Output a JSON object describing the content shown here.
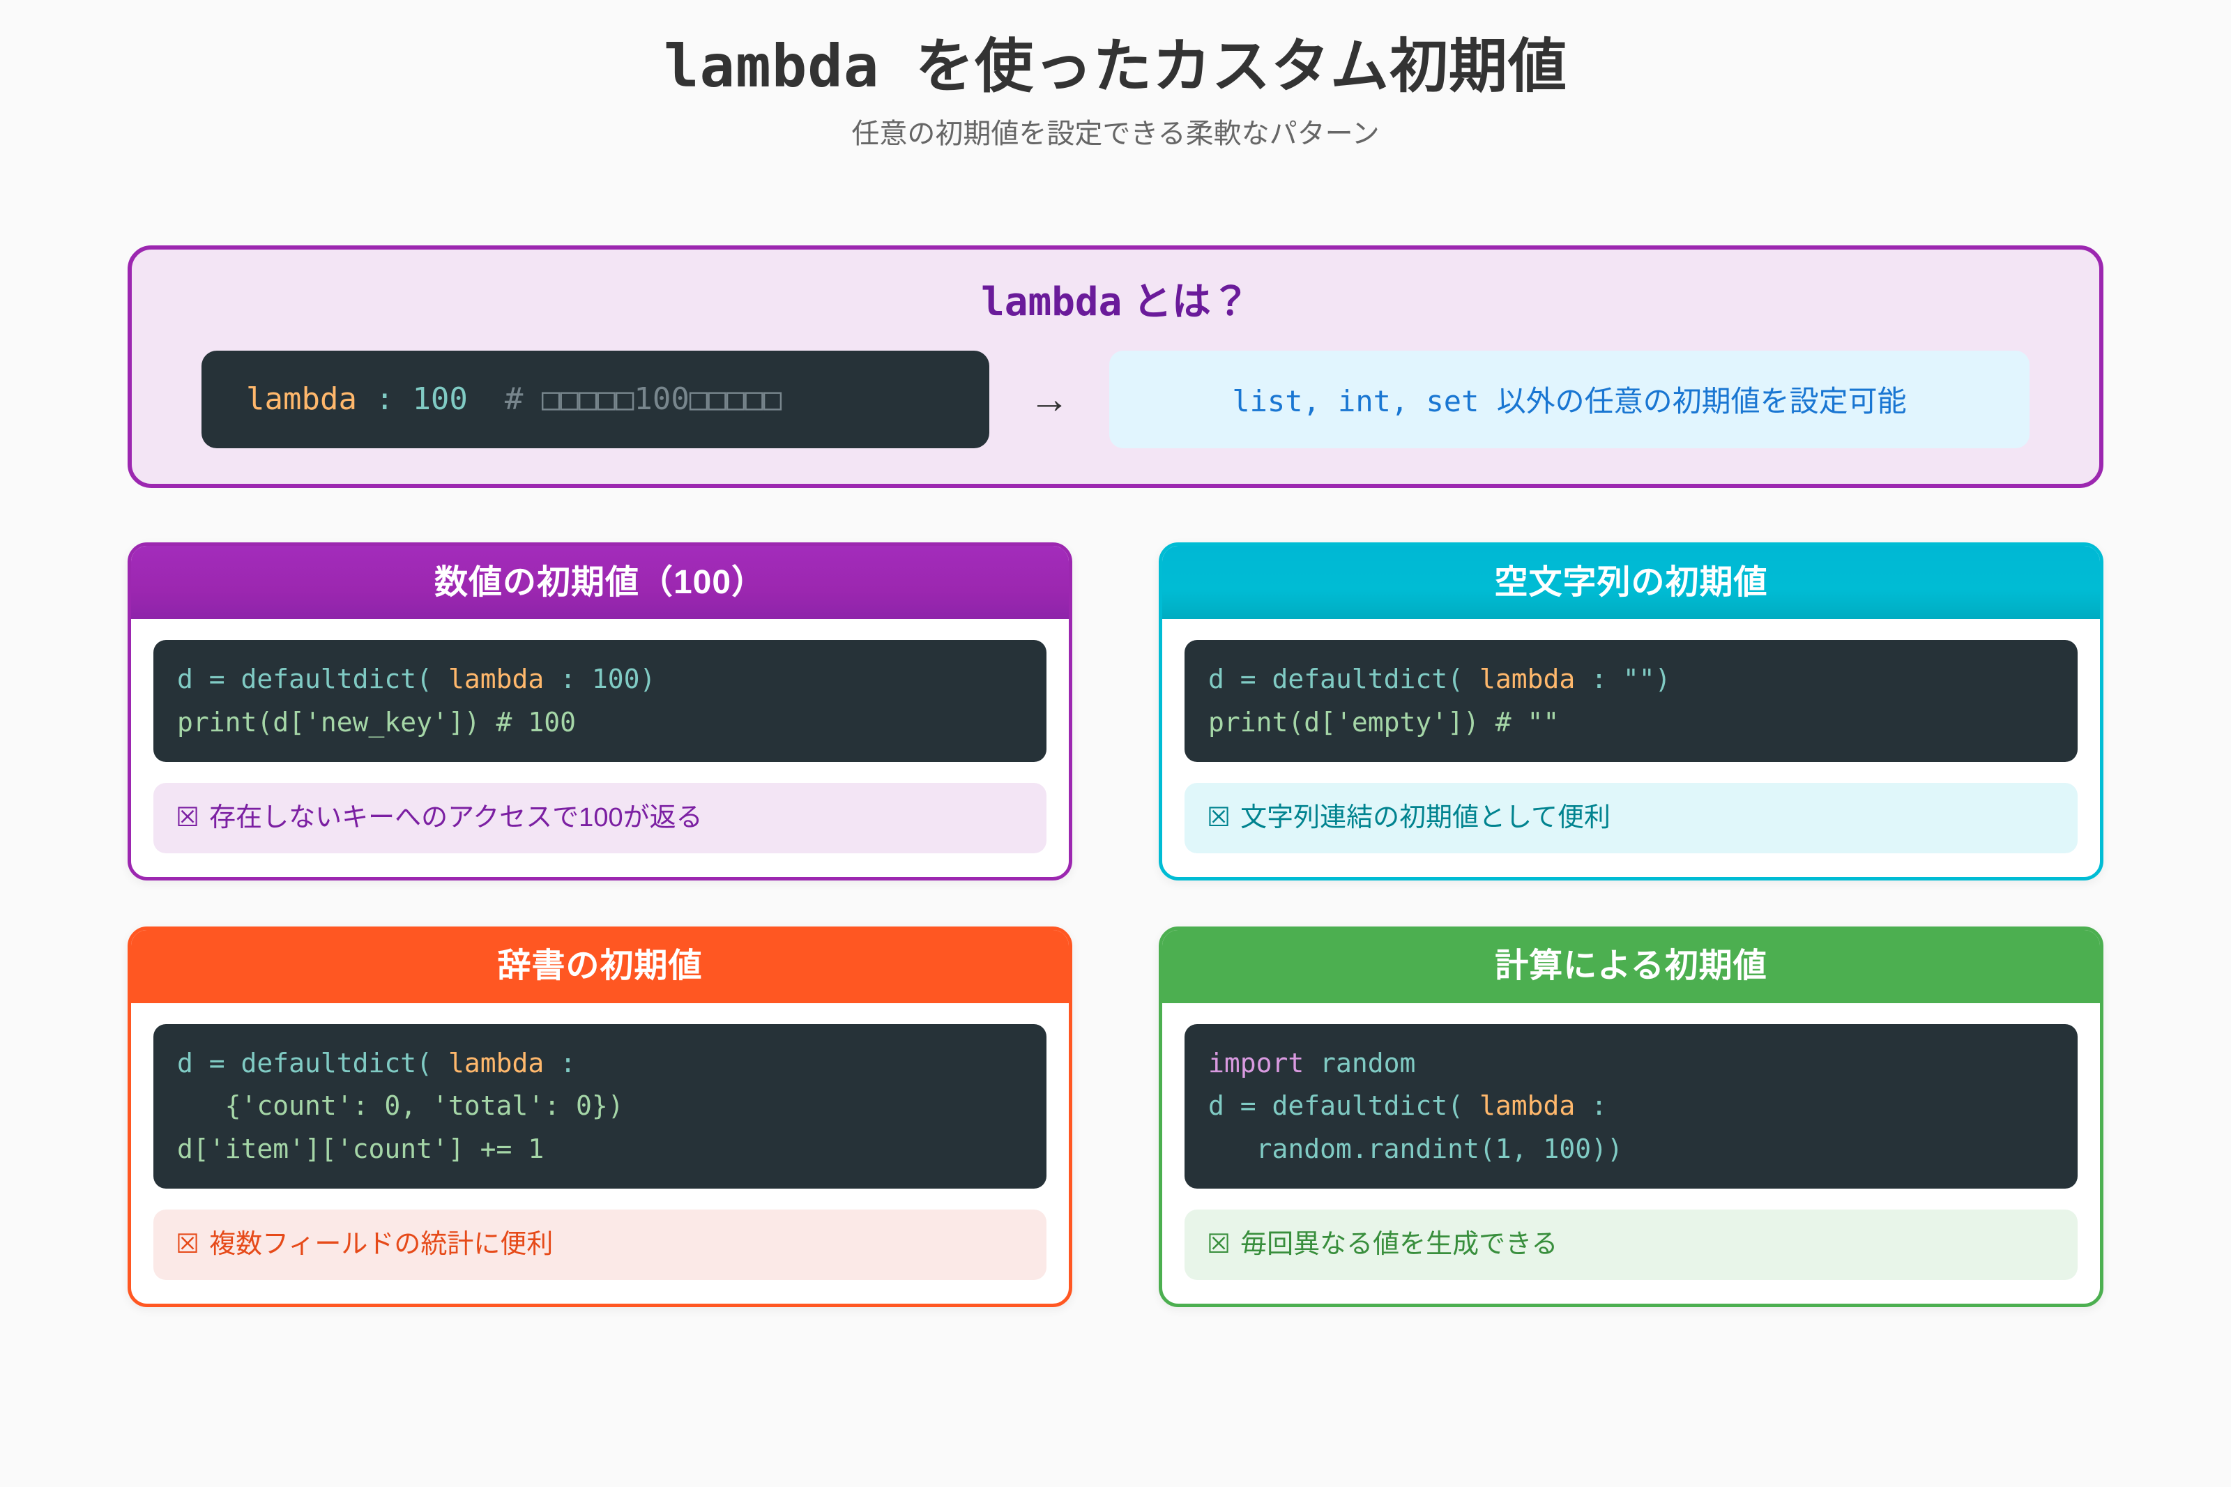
{
  "page": {
    "title": "lambda を使ったカスタム初期値",
    "title_mono_part": "lambda",
    "title_rest": " を使ったカスタム初期値",
    "subtitle": "任意の初期値を設定できる柔軟なパターン",
    "background_color": "#fafafa"
  },
  "intro": {
    "heading_mono": "lambda",
    "heading_rest": " とは？",
    "heading_color": "#6a1b9a",
    "border_color": "#9c27b0",
    "background_color": "#f3e5f5",
    "code": {
      "keyword": "lambda",
      "colon": " : ",
      "value": "100",
      "comment": "  # □□□□□100□□□□□"
    },
    "arrow": "→",
    "arrow_icon": "arrow-right-icon",
    "result_text": "list, int, set 以外の任意の初期値を設定可能",
    "result_color": "#1976d2",
    "result_background": "#e1f5fe"
  },
  "cards": [
    {
      "id": "numeric-default",
      "title": "数値の初期値（100）",
      "accent": "#9c27b0",
      "code_lines": [
        [
          {
            "t": "d = defaultdict( ",
            "c": "code"
          },
          {
            "t": "lambda",
            "c": "kw"
          },
          {
            "t": " : 100)",
            "c": "code"
          }
        ],
        [
          {
            "t": "print(d['new_key']) # 100",
            "c": "out"
          }
        ]
      ],
      "note_icon": "☒",
      "note_text": "存在しないキーへのアクセスで100が返る",
      "note_background": "#f3e5f5",
      "note_color": "#7b1fa2"
    },
    {
      "id": "empty-string-default",
      "title": "空文字列の初期値",
      "accent": "#00bcd4",
      "code_lines": [
        [
          {
            "t": "d = defaultdict( ",
            "c": "code"
          },
          {
            "t": "lambda",
            "c": "kw"
          },
          {
            "t": " : \"\")",
            "c": "code"
          }
        ],
        [
          {
            "t": "print(d['empty']) # \"\"",
            "c": "out"
          }
        ]
      ],
      "note_icon": "☒",
      "note_text": "文字列連結の初期値として便利",
      "note_background": "#e0f7fa",
      "note_color": "#00838f"
    },
    {
      "id": "dict-default",
      "title": "辞書の初期値",
      "accent": "#ff5722",
      "code_lines": [
        [
          {
            "t": "d = defaultdict( ",
            "c": "code"
          },
          {
            "t": "lambda",
            "c": "kw"
          },
          {
            "t": " :",
            "c": "code"
          }
        ],
        [
          {
            "t": "   {'count': 0, 'total': 0})",
            "c": "out"
          }
        ],
        [
          {
            "t": "d['item']['count'] += 1",
            "c": "out"
          }
        ]
      ],
      "note_icon": "☒",
      "note_text": "複数フィールドの統計に便利",
      "note_background": "#fbe9e7",
      "note_color": "#e64a19"
    },
    {
      "id": "computed-default",
      "title": "計算による初期値",
      "accent": "#4caf50",
      "code_lines": [
        [
          {
            "t": "import",
            "c": "imp"
          },
          {
            "t": " random",
            "c": "code"
          }
        ],
        [
          {
            "t": "d = defaultdict( ",
            "c": "code"
          },
          {
            "t": "lambda",
            "c": "kw"
          },
          {
            "t": " :",
            "c": "code"
          }
        ],
        [
          {
            "t": "   random.randint(1, 100))",
            "c": "code"
          }
        ]
      ],
      "note_icon": "☒",
      "note_text": "毎回異なる値を生成できる",
      "note_background": "#e8f5e9",
      "note_color": "#388e3c"
    }
  ]
}
